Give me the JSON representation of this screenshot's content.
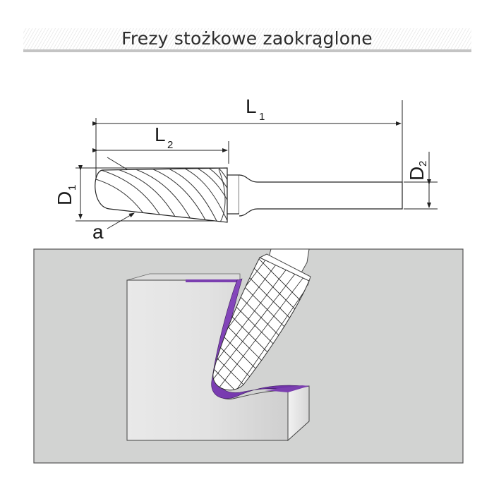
{
  "header": {
    "title": "Frezy stożkowe zaokrąglone"
  },
  "technical_drawing": {
    "labels": {
      "L1": {
        "main": "L",
        "sub": "1"
      },
      "L2": {
        "main": "L",
        "sub": "2"
      },
      "D1": {
        "main": "D",
        "sub": "1"
      },
      "D2": {
        "main": "D",
        "sub": "2"
      },
      "a": "a"
    },
    "description": "Tapered rounded burr with dimension lines L1 (overall length), L2 (cutting length), D1 (head diameter), D2 (shank diameter), a (radius)"
  },
  "illustration": {
    "description": "Conical rounded burr machining an inside corner of an L-shaped block",
    "colors": {
      "panel_bg": "#d2d3d2",
      "block_face": "#e4e4e4",
      "cut_highlight": "#7b3fb0",
      "tool": "#ffffff",
      "outline": "#3a3a3a"
    }
  }
}
